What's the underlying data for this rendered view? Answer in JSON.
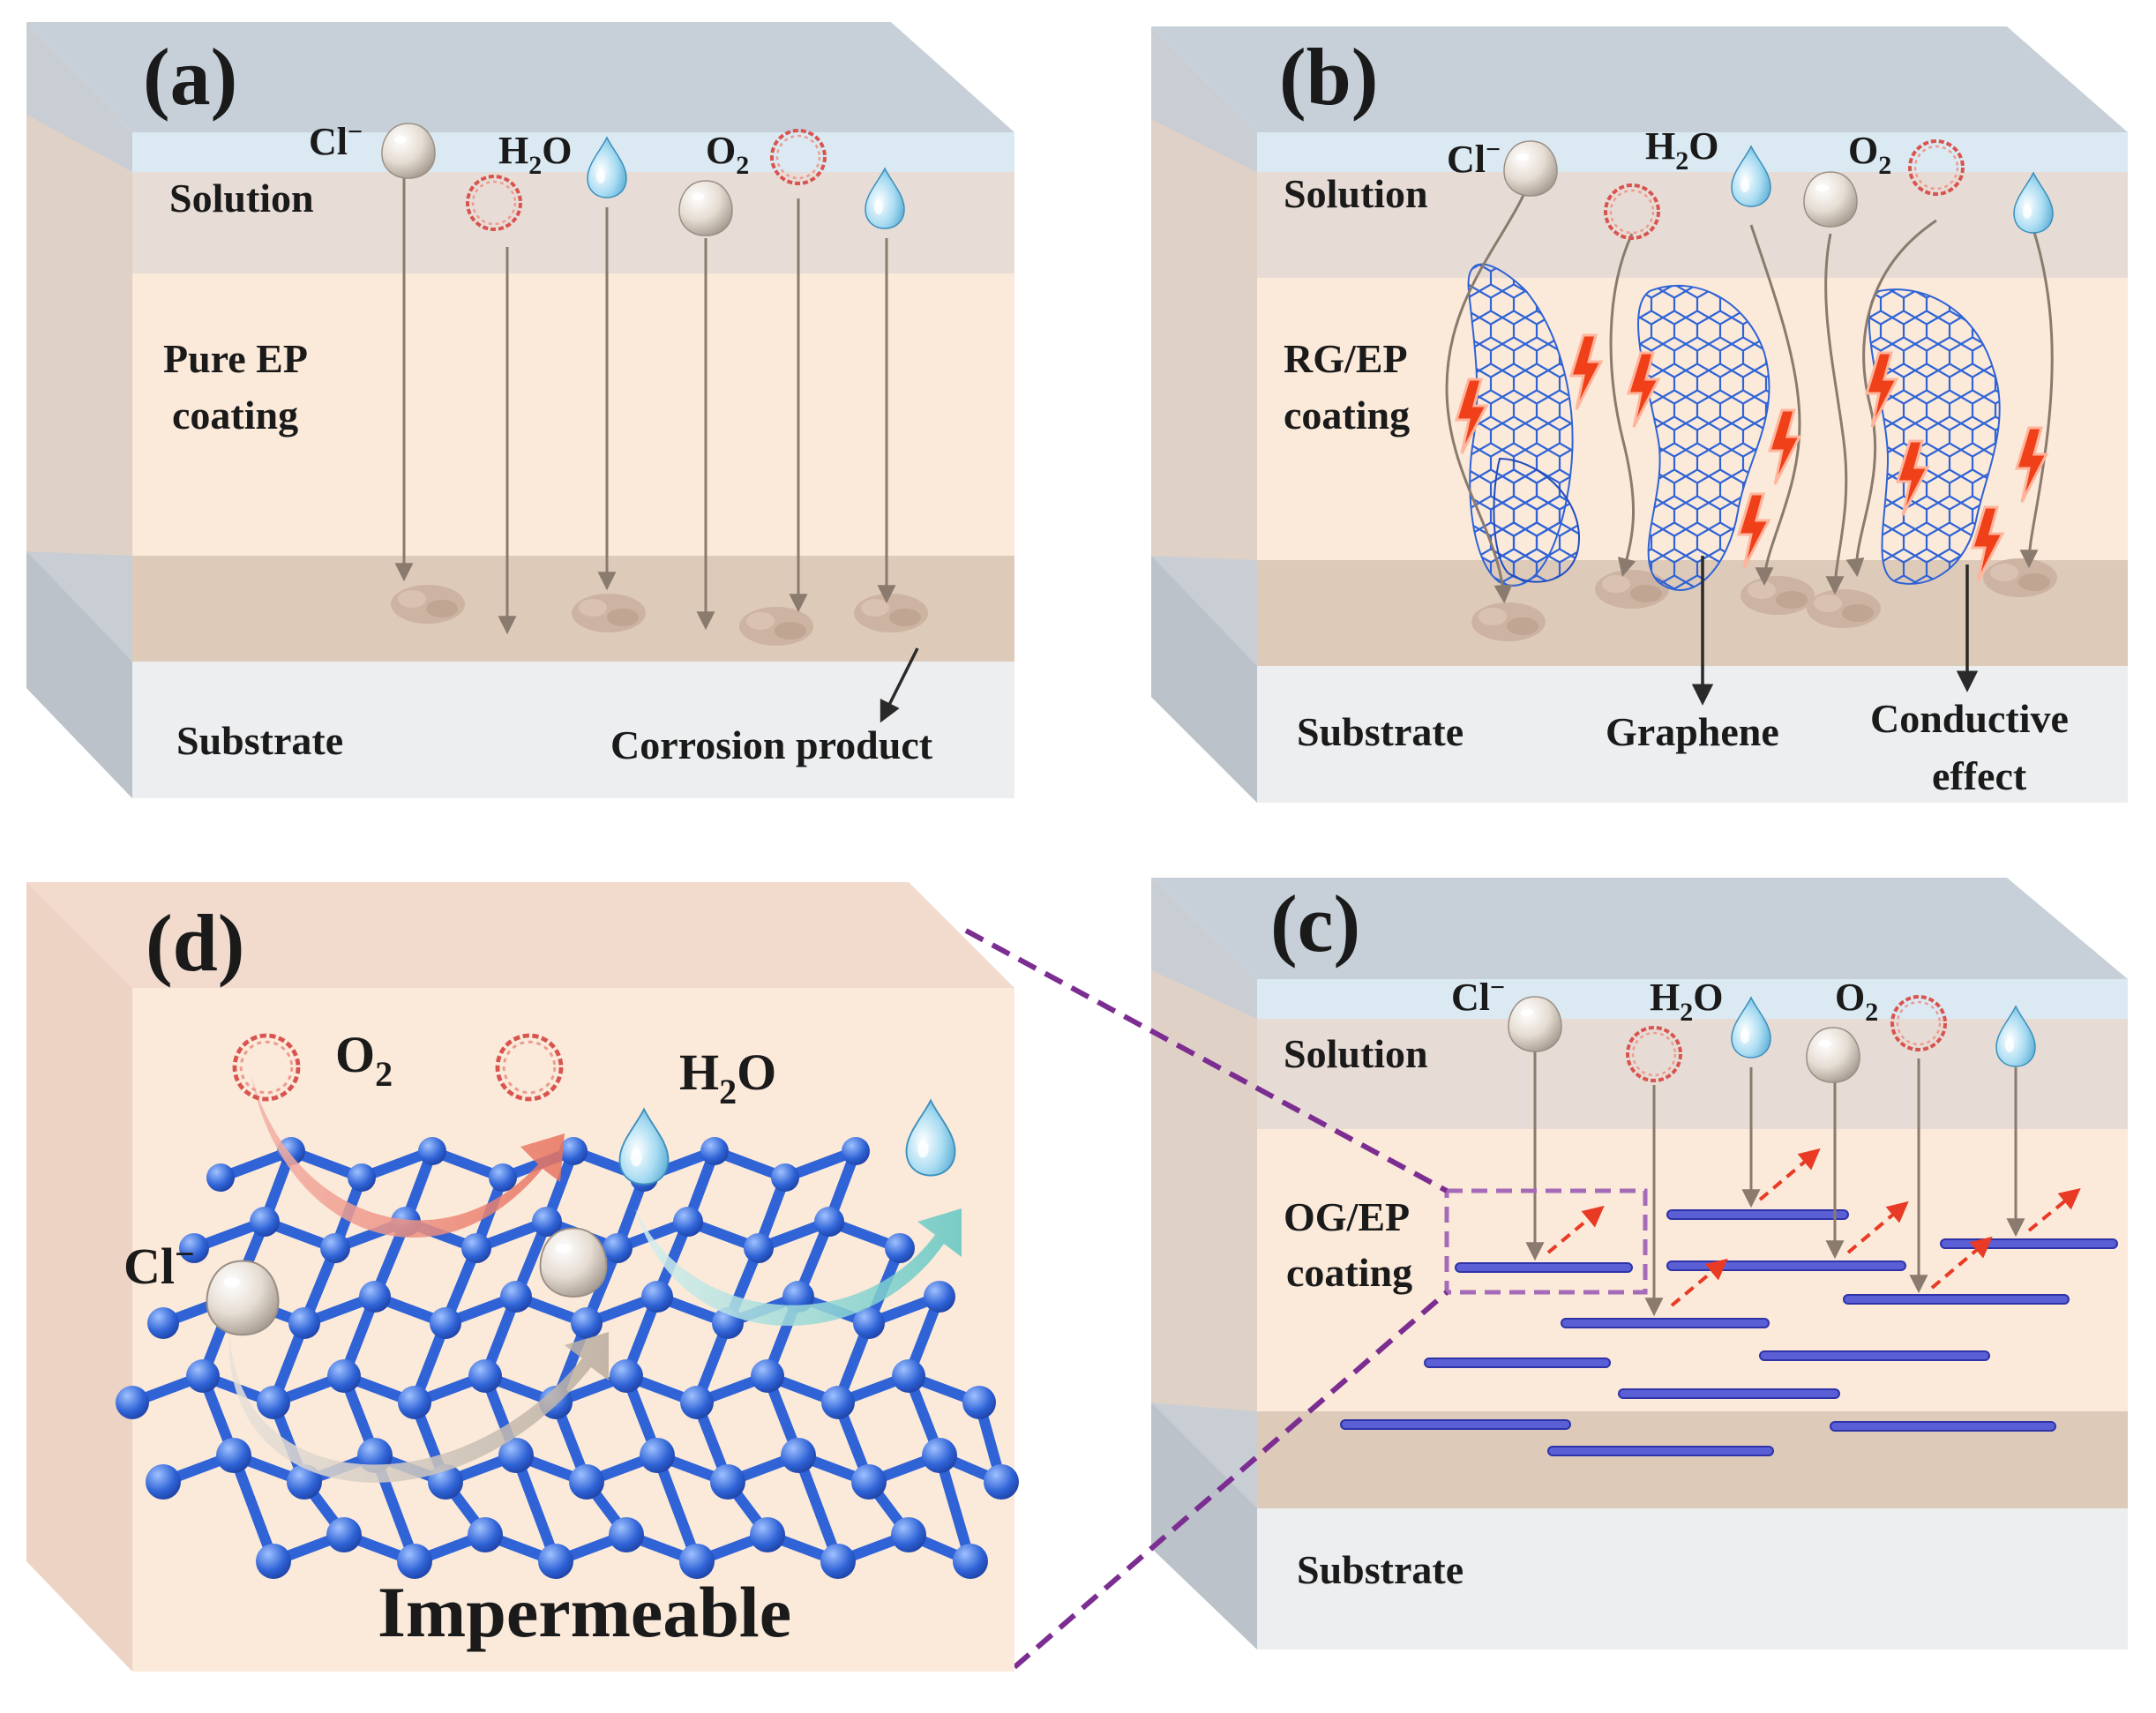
{
  "panels": {
    "a": {
      "label": "(a)",
      "solution": "Solution",
      "coating": [
        "Pure EP",
        "coating"
      ],
      "substrate": "Substrate",
      "corrosion": "Corrosion product"
    },
    "b": {
      "label": "(b)",
      "solution": "Solution",
      "coating": [
        "RG/EP",
        "coating"
      ],
      "substrate": "Substrate",
      "graphene": "Graphene",
      "conductive": [
        "Conductive",
        "effect"
      ]
    },
    "c": {
      "label": "(c)",
      "solution": "Solution",
      "coating": [
        "OG/EP",
        "coating"
      ],
      "substrate": "Substrate"
    },
    "d": {
      "label": "(d)",
      "impermeable": "Impermeable"
    }
  },
  "species": {
    "cl": "Cl",
    "cl_sup": "−",
    "h2o_h": "H",
    "h2o_sub": "2",
    "h2o_o": "O",
    "o2_o": "O",
    "o2_sub": "2"
  },
  "colors": {
    "solution": "#cfdde8",
    "coating": "#fbeadb",
    "substrate": "#e9ebee",
    "corrosion_band": "#d7c2b3",
    "graphene_blue": "#2f63d6",
    "oxygen_ring": "#d9534f",
    "water_drop": "#7fc4e6",
    "zoom_line": "#7b2d91",
    "conductive_spark": "#f0401a"
  }
}
